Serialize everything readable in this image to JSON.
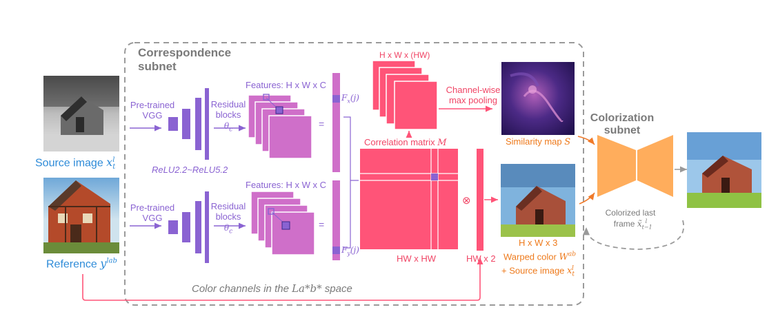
{
  "colors": {
    "violet": "#8a63d2",
    "violet_light": "#cf6fc9",
    "pink": "#ff5478",
    "orange": "#ffad5c",
    "blue_text": "#2e8bd8",
    "orange_text": "#ee7a1c",
    "grey_text": "#7a7a7a",
    "dashed_border": "#9a9a9a"
  },
  "inputs": {
    "source_label": "Source image",
    "source_symbol": "x",
    "source_sup": "l",
    "source_sub": "t",
    "reference_label": "Reference",
    "reference_symbol": "y",
    "reference_sup": "lab"
  },
  "correspondence": {
    "title_line1": "Correspondence",
    "title_line2": "subnet",
    "vgg_top_line1": "Pre-trained",
    "vgg_top_line2": "VGG",
    "vgg_bottom_line1": "Pre-trained",
    "vgg_bottom_line2": "VGG",
    "relu": "ReLU2.2~ReLU5.2",
    "residual_top_line1": "Residual",
    "residual_top_line2": "blocks",
    "residual_bottom_line1": "Residual",
    "residual_bottom_line2": "blocks",
    "theta_symbol": "θ",
    "theta_sub": "c",
    "features_top": "Features: H x W x C",
    "features_bottom": "Features: H x W x C",
    "equals": "=",
    "fx_symbol": "F",
    "fx_sub": "x",
    "fx_arg": "(j)",
    "fy_symbol": "F",
    "fy_sub": "y",
    "fy_arg": "(j)",
    "hwhw_stack": "H x W x (HW)",
    "channel_wise_line1": "Channel-wise",
    "channel_wise_line2": "max pooling",
    "correlation": "Correlation matrix",
    "correlation_symbol": "M",
    "hw_x_hw": "HW x HW",
    "hw_x_2": "HW x 2",
    "otimes": "⊗",
    "color_channels_prefix": "Color channels in the",
    "color_channels_math": "La*b*",
    "color_channels_suffix": "space"
  },
  "outputs": {
    "similarity_label": "Similarity map",
    "similarity_symbol": "S",
    "hw3": "H x W x 3",
    "warped_label": "Warped color",
    "warped_symbol": "W",
    "warped_sup": "ab",
    "plus_source": "+ Source image",
    "plus_source_symbol": "x",
    "plus_source_sup": "l",
    "plus_source_sub": "t"
  },
  "colorization": {
    "title_line1": "Colorization",
    "title_line2": "subnet",
    "last_frame_line1": "Colorized last",
    "last_frame_line2": "frame",
    "last_frame_symbol": "x̃",
    "last_frame_sup": "l",
    "last_frame_sub": "t−1"
  }
}
